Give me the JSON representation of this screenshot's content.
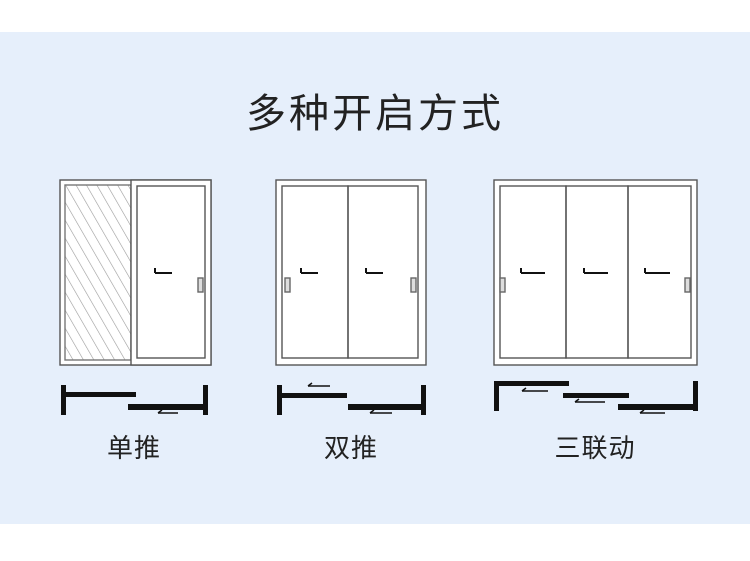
{
  "title": "多种开启方式",
  "options": [
    {
      "label": "单推"
    },
    {
      "label": "双推"
    },
    {
      "label": "三联动"
    }
  ]
}
